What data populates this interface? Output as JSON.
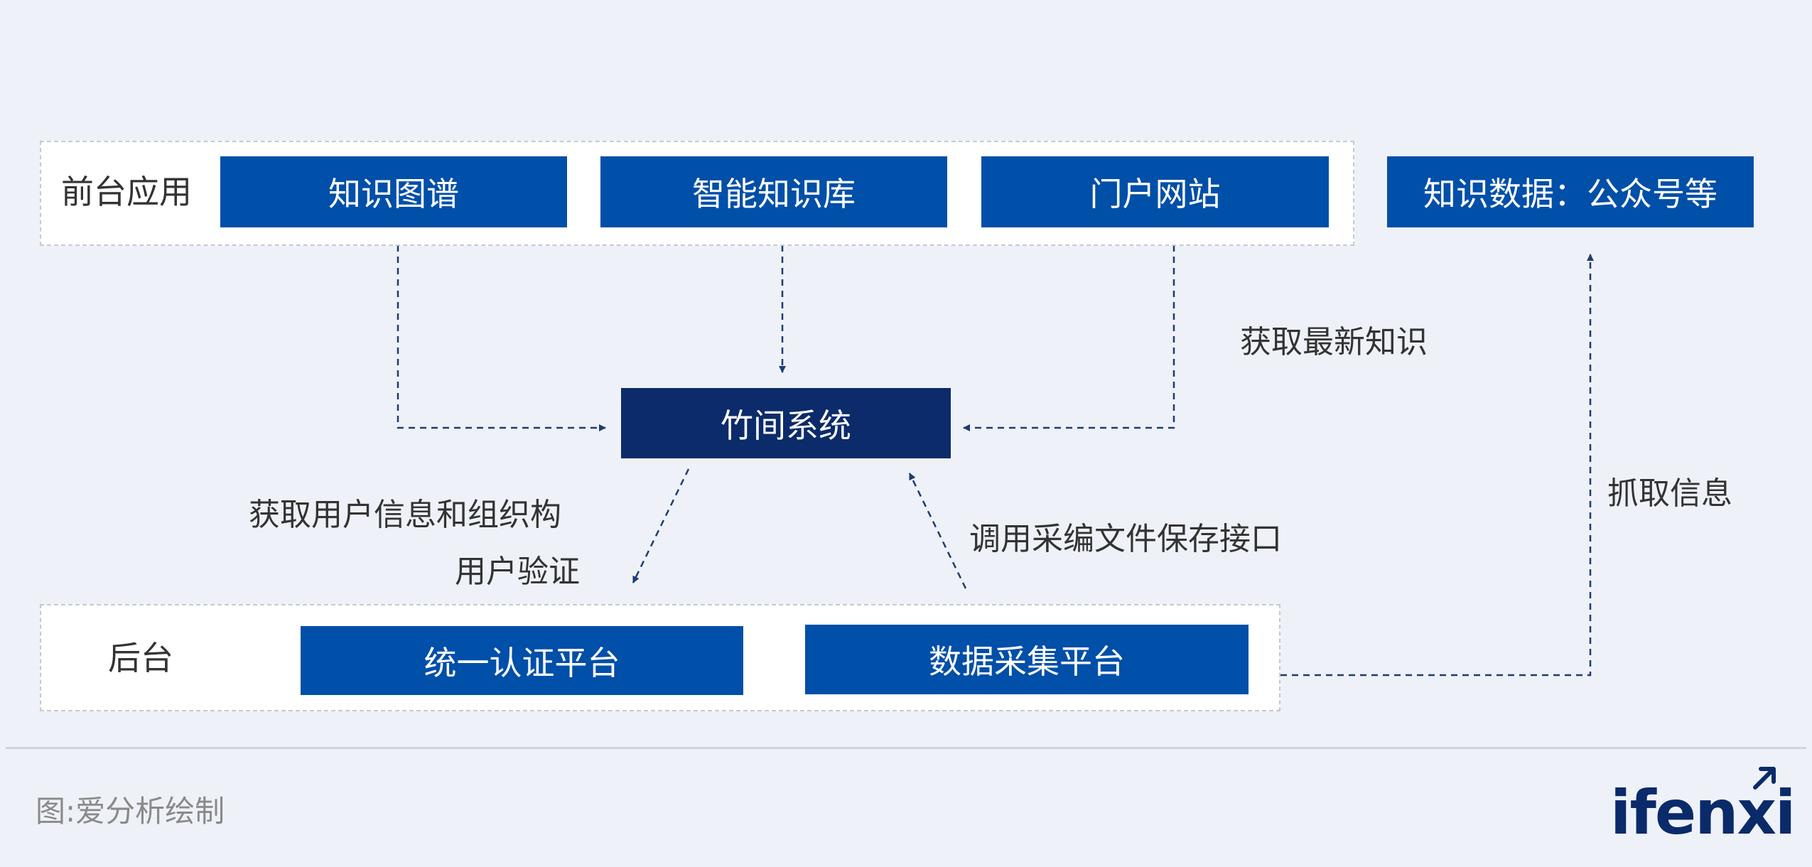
{
  "diagram": {
    "front_group": {
      "label": "前台应用",
      "nodes": [
        "知识图谱",
        "智能知识库",
        "门户网站"
      ]
    },
    "knowledge_data": "知识数据：公众号等",
    "center_node": "竹间系统",
    "back_group": {
      "label": "后台",
      "nodes": [
        "统一认证平台",
        "数据采集平台"
      ]
    },
    "edge_labels": {
      "get_latest_knowledge": "获取最新知识",
      "crawl_info": "抓取信息",
      "get_user_info": "获取用户信息和组织构",
      "user_auth": "用户验证",
      "call_interface": "调用采编文件保存接口"
    },
    "colors": {
      "node": "#004fa8",
      "center_node": "#0c2b6a",
      "edge": "#1f3b73"
    }
  },
  "footer": {
    "caption": "图:爱分析绘制",
    "logo_text": "ifenxi"
  }
}
